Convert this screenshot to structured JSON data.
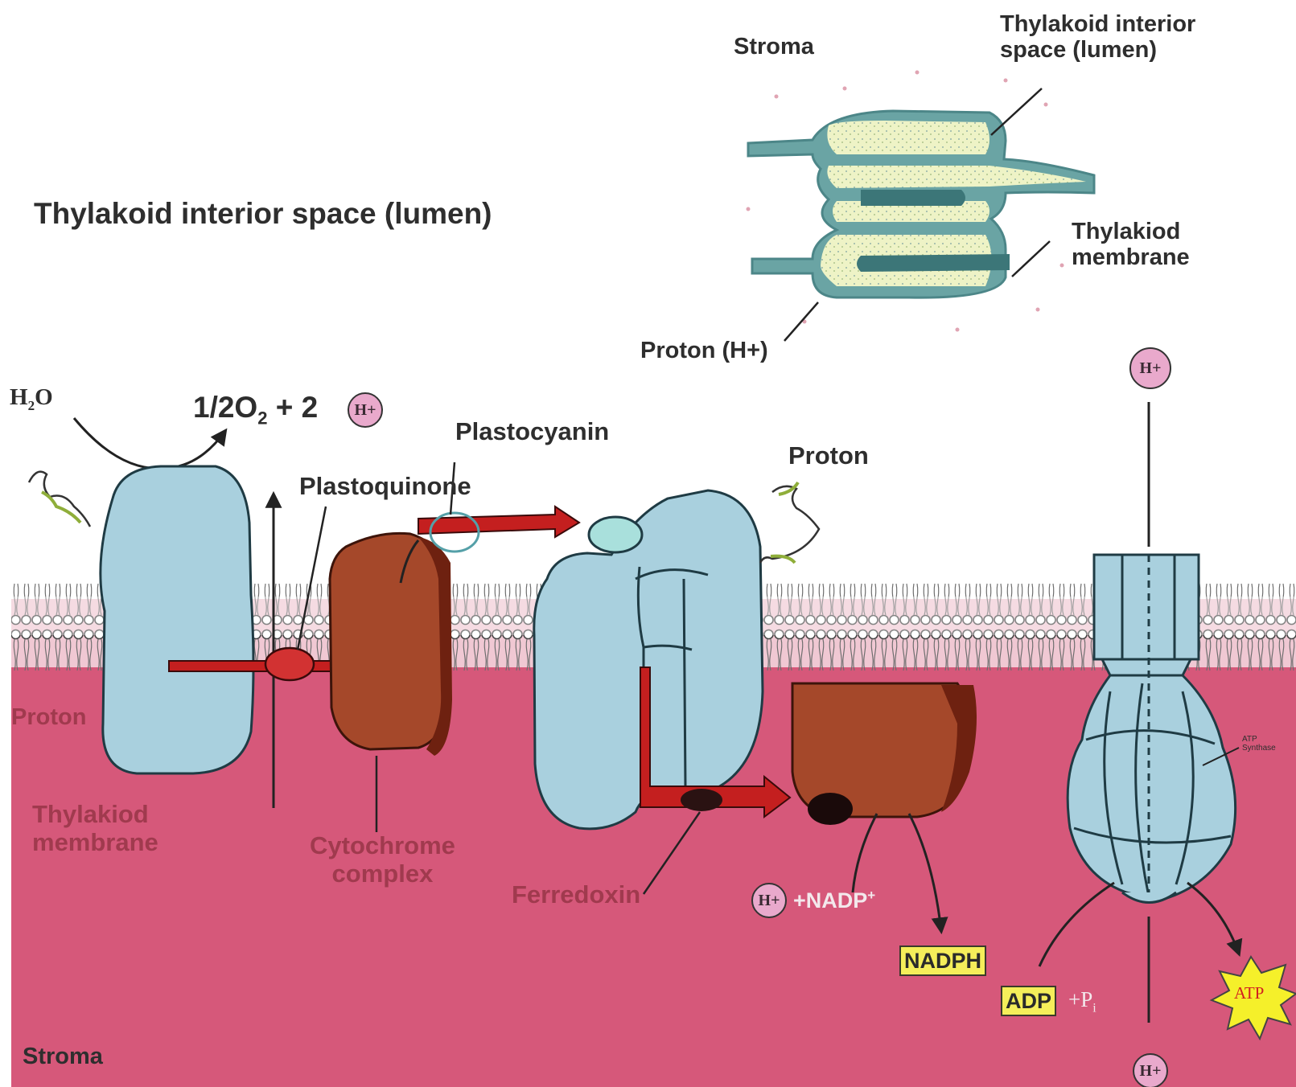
{
  "colors": {
    "stroma": "#d6587a",
    "protein_blue": "#a9d0de",
    "cytochrome_brown": "#a5482a",
    "electron_arrow": "#d01e1e",
    "hplus_fill": "#e9a9cc",
    "product_box": "#f5ee5a"
  },
  "labels": {
    "lumen_title": "Thylakoid interior space (lumen)",
    "stroma_top": "Stroma",
    "lumen_top": "Thylakoid interior\nspace (lumen)",
    "membrane_top": "Thylakiod\nmembrane",
    "proton_top": "Proton (H+)",
    "h2o": "H",
    "h2o_sub": "2",
    "h2o_o": "O",
    "oxygen_eq": "1/2O",
    "oxygen_sub": "2",
    "oxygen_rest": " + 2",
    "plastocyanin": "Plastocyanin",
    "plastoquinone": "Plastoquinone",
    "proton_right": "Proton",
    "proton_left": "Proton",
    "membrane_bottom": "Thylakiod\nmembrane",
    "cytochrome": "Cytochrome\ncomplex",
    "ferredoxin": "Ferredoxin",
    "nadp_plus": "+NADP",
    "nadp_sup": "+",
    "nadph": "NADPH",
    "adp": "ADP",
    "pi": "+P",
    "pi_sub": "i",
    "atp": "ATP",
    "atp_synthase": "ATP\nSynthase",
    "stroma_bottom": "Stroma",
    "h_plus": "H+"
  }
}
